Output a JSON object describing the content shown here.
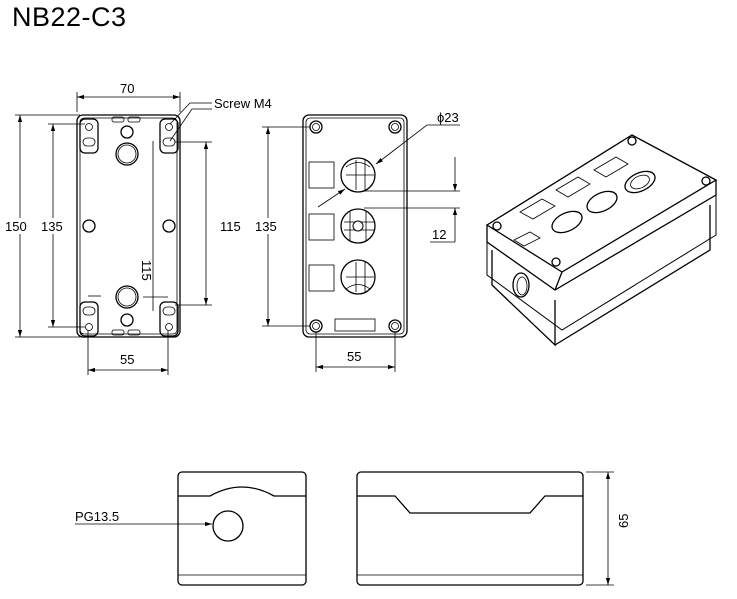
{
  "title": "NB22-C3",
  "bottom_view": {
    "width_label": "70",
    "screw_label": "Screw M4",
    "height_label": "150",
    "inner_height_label": "135",
    "hole_spacing_label": "115",
    "hole_width_label": "55",
    "small_text": "115"
  },
  "top_view": {
    "diameter_label": "ϕ23",
    "spacing_label": "12",
    "height_label": "135",
    "width_label": "55"
  },
  "front_view": {
    "thread_label": "PG13.5"
  },
  "side_view": {
    "height_label": "65"
  }
}
